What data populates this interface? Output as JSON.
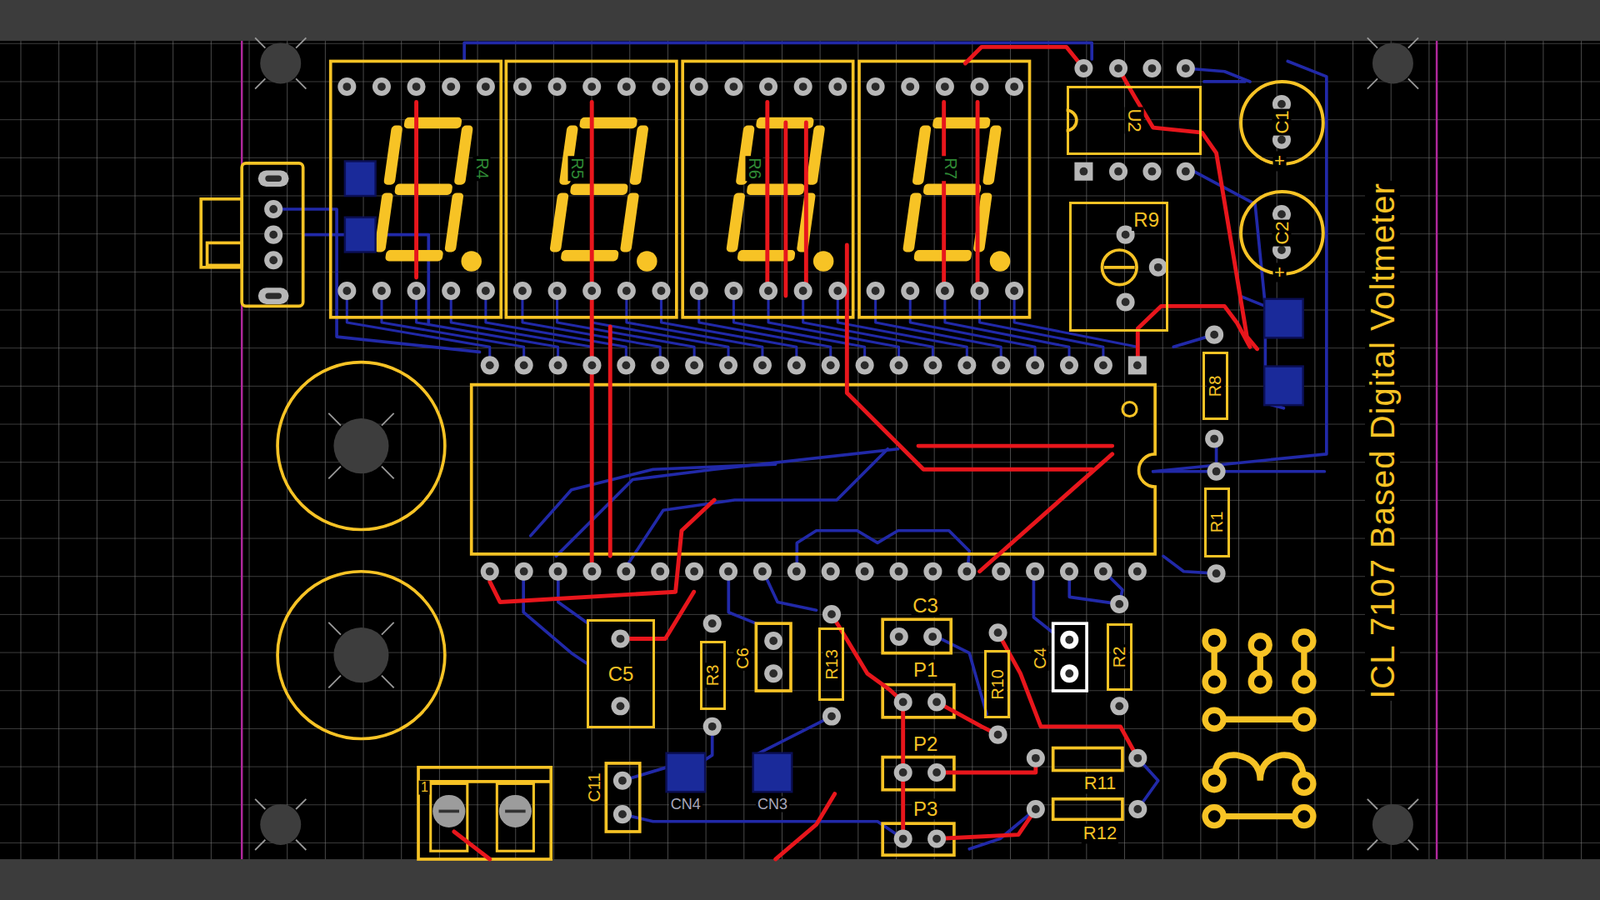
{
  "diagram": {
    "title": "ICL 7107 Based Digital Voltmeter",
    "nodes": [
      {
        "text": [
          "U2"
        ]
      },
      {
        "text": [
          "C1"
        ]
      },
      {
        "text": [
          "R9"
        ]
      },
      {
        "text": [
          "C2"
        ]
      },
      {
        "text": [
          "R8"
        ]
      },
      {
        "text": [
          "R1"
        ]
      },
      {
        "text": [
          "C5"
        ]
      },
      {
        "text": [
          "R3"
        ]
      },
      {
        "text": [
          "R13"
        ]
      },
      {
        "text": [
          "R10"
        ]
      },
      {
        "text": [
          "R2"
        ]
      }
    ],
    "labels": [
      "R4",
      "R5",
      "R6",
      "R7",
      "C3",
      "C6",
      "P1",
      "C4",
      "P2",
      "C11",
      "CN4",
      "CN3",
      "R11",
      "P3",
      "R12",
      "1",
      "+",
      "+"
    ]
  }
}
